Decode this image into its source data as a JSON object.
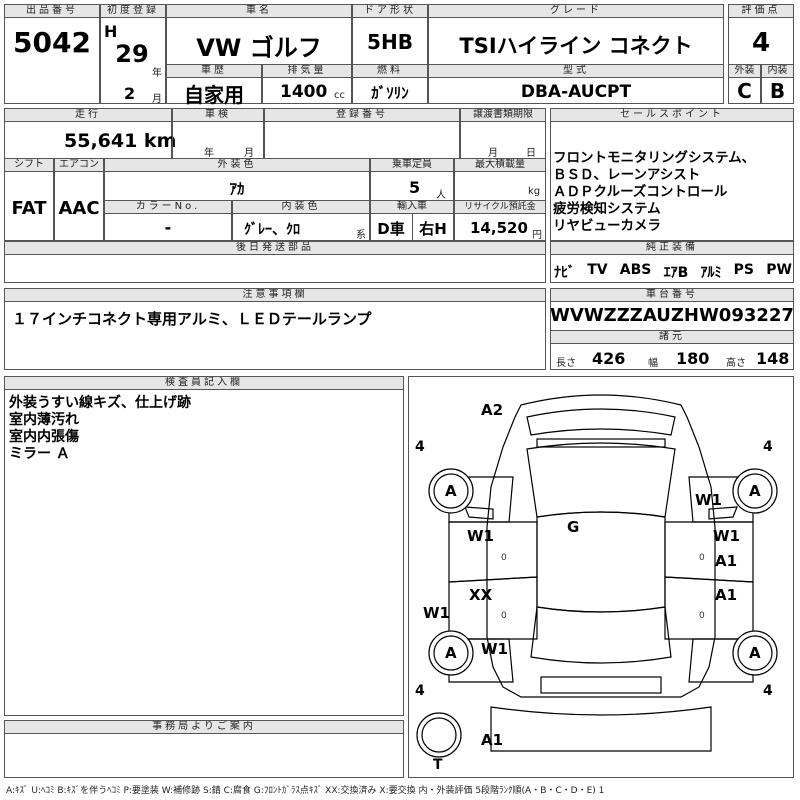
{
  "header": {
    "lot_label": "出品番号",
    "lot_value": "5042",
    "first_reg_label": "初度登録",
    "era_prefix": "H",
    "year_value": "29",
    "year_unit": "年",
    "month_value": "2",
    "month_unit": "月",
    "car_name_label": "車名",
    "car_name": "VW ゴルフ",
    "door_label": "ドア形状",
    "door_value": "5HB",
    "grade_label": "グレード",
    "grade_value": "TSIハイライン コネクト",
    "score_label": "評価点",
    "score_value": "4",
    "exterior_label": "外装",
    "exterior_value": "C",
    "interior_label": "内装",
    "interior_value": "B",
    "history_label": "車歴",
    "history_value": "自家用",
    "displacement_label": "排気量",
    "displacement_value": "1400",
    "displacement_unit": "cc",
    "fuel_label": "燃料",
    "fuel_value": "ｶﾞｿﾘﾝ",
    "model_label": "型式",
    "model_value": "DBA-AUCPT"
  },
  "row2": {
    "mileage_label": "走行",
    "mileage_value": "55,641 km",
    "inspection_label": "車検",
    "inspection_year": "年",
    "inspection_month": "月",
    "registration_label": "登録番号",
    "transfer_label": "譲渡書類期限",
    "transfer_month": "月",
    "transfer_day": "日",
    "shift_label": "シフト",
    "shift_value": "FAT",
    "ac_label": "エアコン",
    "ac_value": "AAC",
    "ext_color_label": "外装色",
    "ext_color_value": "ｱｶ",
    "capacity_label": "乗車定員",
    "capacity_value": "5",
    "capacity_unit": "人",
    "max_load_label": "最大積載量",
    "max_load_unit": "kg",
    "color_no_label": "カラーNo.",
    "color_no_value": "-",
    "int_color_label": "内装色",
    "int_color_value": "ｸﾞﾚｰ、ｸﾛ",
    "int_color_unit": "系",
    "import_label": "輸入車",
    "import_value_1": "D車",
    "import_value_2": "右H",
    "recycle_label": "リサイクル預託金",
    "recycle_value": "14,520",
    "recycle_unit": "円",
    "later_parts_label": "後日発送部品"
  },
  "sales": {
    "label": "セールスポイント",
    "lines": [
      "フロントモニタリングシステム、",
      "ＢＳＤ、レーンアシスト",
      "ＡＤＰクルーズコントロール",
      "疲労検知システム",
      "リヤビューカメラ"
    ],
    "equipment_label": "純正装備",
    "equipment": [
      "ﾅﾋﾞ",
      "TV",
      "ABS",
      "ｴｱB",
      "ｱﾙﾐ",
      "PS",
      "PW"
    ]
  },
  "caution": {
    "label": "注意事項欄",
    "text": "１７インチコネクト専用アルミ、ＬＥＤテールランプ"
  },
  "chassis": {
    "label": "車台番号",
    "value": "WVWZZZAUZHW093227",
    "dims_label": "諸元",
    "length_label": "長さ",
    "length_value": "426",
    "width_label": "幅",
    "width_value": "180",
    "height_label": "高さ",
    "height_value": "148"
  },
  "inspector": {
    "label": "検査員記入欄",
    "lines": [
      "外装うすい線キズ、仕上げ跡",
      "室内薄汚れ",
      "室内内張傷",
      "ミラー Ａ"
    ]
  },
  "office": {
    "label": "事務局よりご案内"
  },
  "diagram": {
    "tire_counts": [
      "4",
      "4",
      "4",
      "4"
    ],
    "tire_marks": [
      "A",
      "A",
      "A",
      "A"
    ],
    "marks": {
      "a2_top": "A2",
      "w1_right_front": "W1",
      "g_center": "G",
      "w1_left_front_door": "W1",
      "w1_right_front_door": "W1",
      "a1_right_front_door": "A1",
      "xx_left_rear_door": "XX",
      "a1_right_rear_door": "A1",
      "w1_left_sill": "W1",
      "w1_left_rear": "W1",
      "a1_bottom": "A1",
      "zero_1": "0",
      "zero_2": "0",
      "zero_3": "0",
      "zero_4": "0"
    },
    "trunk_label": "T"
  },
  "legend": "A:ｷｽﾞ U:ﾍｺﾐ B:ｷｽﾞを伴うﾍｺﾐ P:要塗装 W:補修跡 S:錆 C:腐食 G:ﾌﾛﾝﾄｶﾞﾗｽ点ｷｽﾞ XX:交換済み X:要交換 内・外装評価 5段階ﾗﾝｸ順(A・B・C・D・E) 1"
}
